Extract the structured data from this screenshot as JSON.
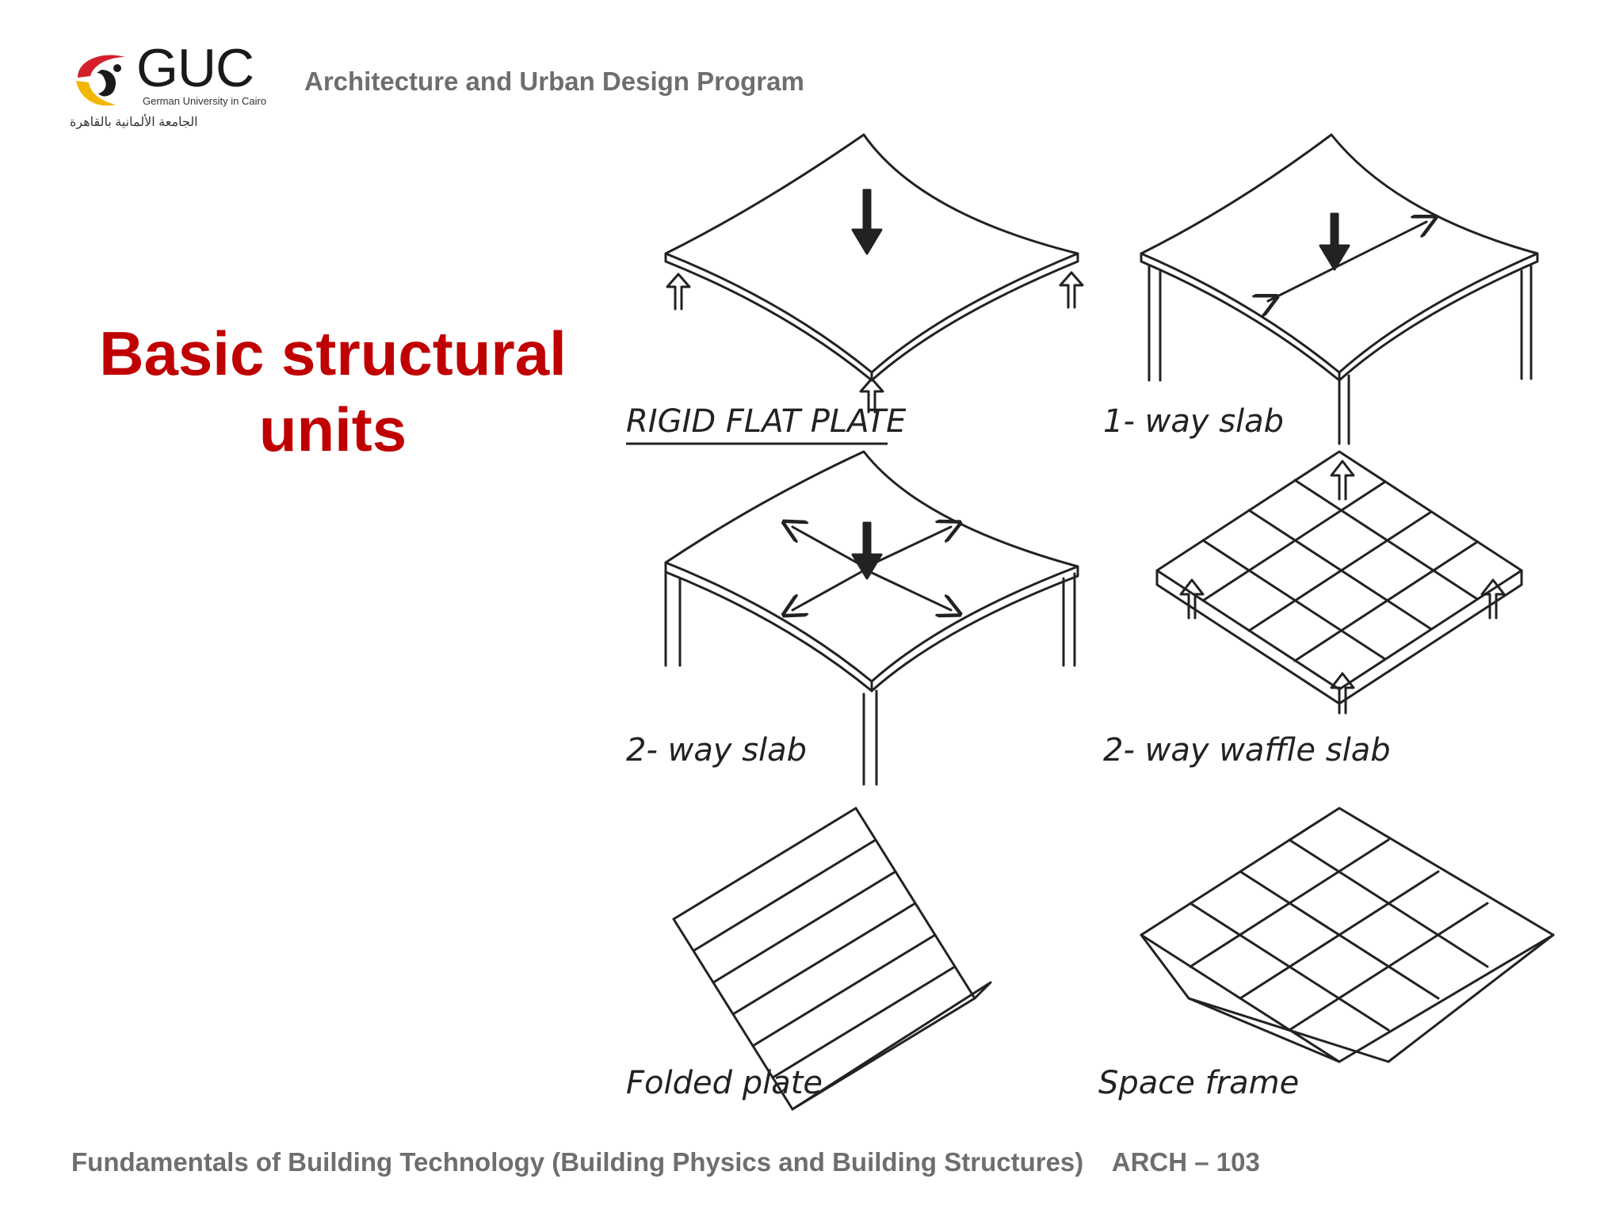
{
  "logo": {
    "name": "GUC",
    "subtitle": "German University in Cairo",
    "arabic": "الجامعة الألمانية بالقاهرة"
  },
  "header": {
    "program": "Architecture and Urban Design Program"
  },
  "slide": {
    "title_line1": "Basic structural",
    "title_line2": "units"
  },
  "diagram": {
    "captions": [
      "RIGID FLAT PLATE",
      "1- way slab",
      "2- way slab",
      "2- way waffle slab",
      "Folded plate",
      "Space frame"
    ]
  },
  "footer": {
    "course": "Fundamentals of Building Technology (Building Physics and Building Structures)",
    "code": "ARCH – 103"
  },
  "colors": {
    "title": "#c00000",
    "header": "#6e6e6e",
    "logo_red": "#d4202a",
    "logo_yellow": "#f2b705"
  }
}
